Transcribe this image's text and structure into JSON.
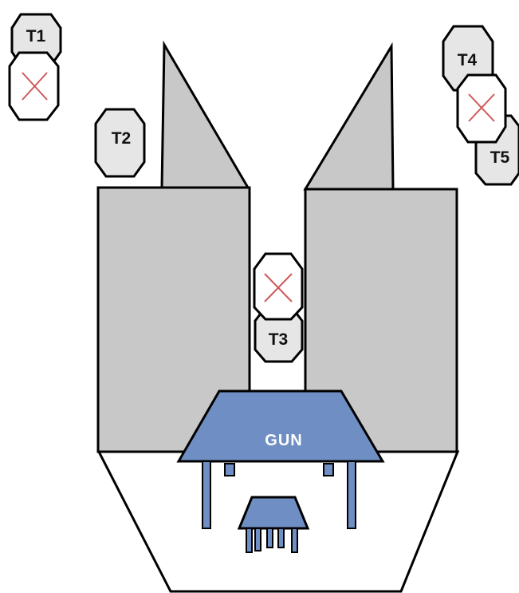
{
  "colors": {
    "building": "#c8c8c8",
    "target": "#e6e6e6",
    "gun": "#6f8ec3",
    "outline": "#000000",
    "cross": "#d05a5a",
    "background": "#ffffff"
  },
  "targets": {
    "t1": "T1",
    "t2": "T2",
    "t3": "T3",
    "t4": "T4",
    "t5": "T5"
  },
  "gun": {
    "label": "GUN"
  },
  "markers": {
    "destroyed_icon": "x-cross-icon"
  }
}
